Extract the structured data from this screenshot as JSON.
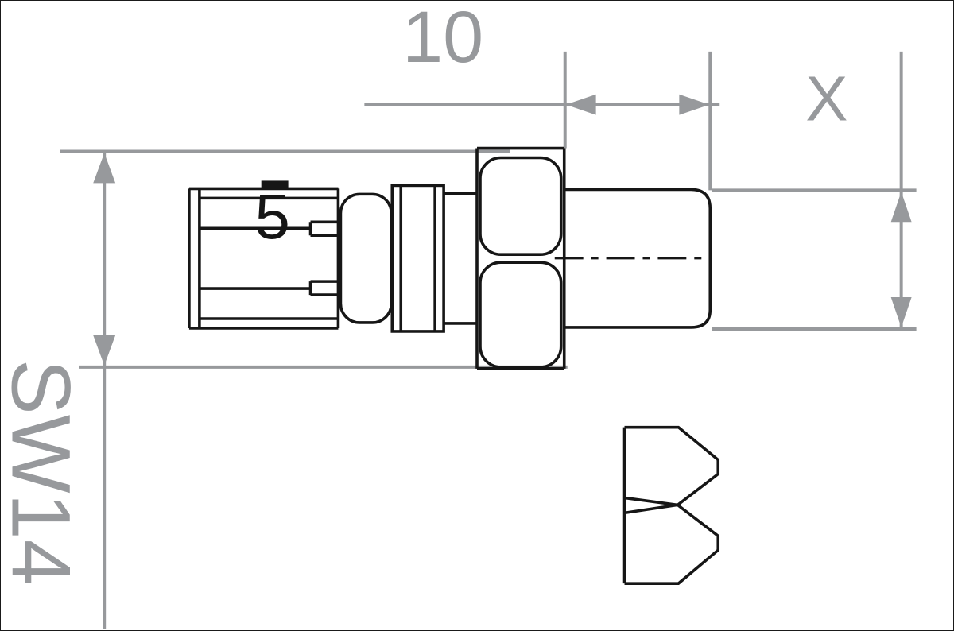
{
  "drawing": {
    "dimensions": {
      "length_label": "10",
      "diameter_label": "X",
      "wrench_size_label": "SW14",
      "part_label": "5"
    },
    "colors": {
      "dimension_gray": "#97999c",
      "outline_black": "#161616",
      "background": "#ffffff"
    }
  }
}
